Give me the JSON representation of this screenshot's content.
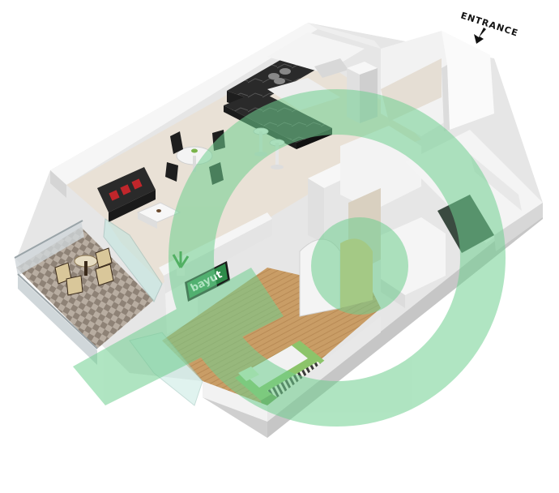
{
  "entrance": {
    "label": "ENTRANCE"
  },
  "tv_screen": {
    "text": "bayut"
  },
  "colors": {
    "wall": "#f1f1f1",
    "wall_side": "#d9d9d9",
    "floor_living": "#e8dfd4",
    "floor_bedroom": "#c9a06a",
    "floor_balcony": "#b9aea2",
    "watermark_green": "#6fcf8f",
    "countertop": "#2b2b2b",
    "sofa": "#2e2e2e",
    "cushion": "#c0262b"
  },
  "watermark": {
    "brand": "bayut",
    "icon": "bayut-logo-watermark"
  }
}
